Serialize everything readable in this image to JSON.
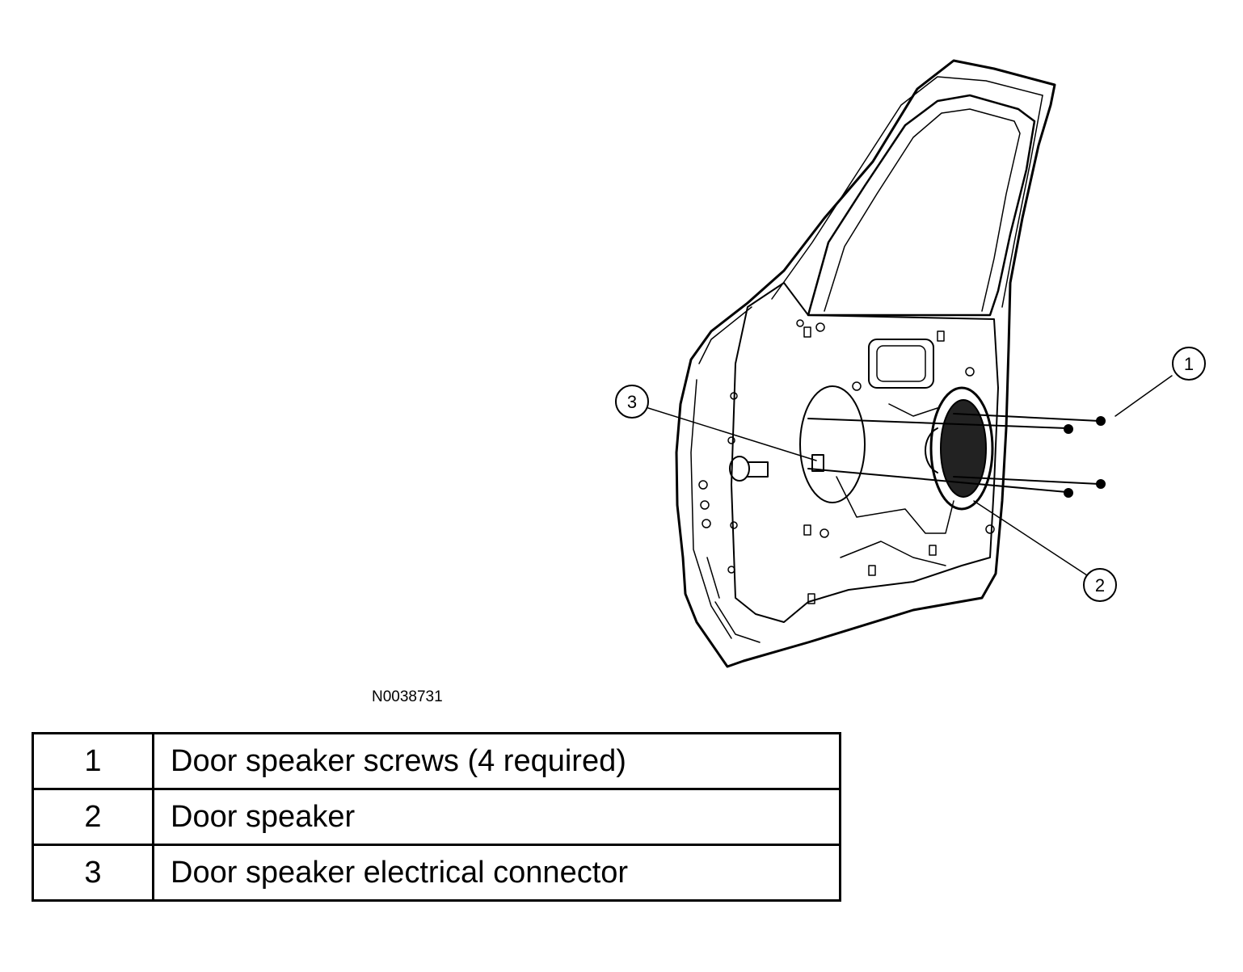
{
  "figure_id": "N0038731",
  "callouts": [
    {
      "number": "1"
    },
    {
      "number": "2"
    },
    {
      "number": "3"
    }
  ],
  "legend": [
    {
      "number": "1",
      "description": "Door speaker screws (4 required)"
    },
    {
      "number": "2",
      "description": "Door speaker"
    },
    {
      "number": "3",
      "description": "Door speaker electrical connector"
    }
  ]
}
